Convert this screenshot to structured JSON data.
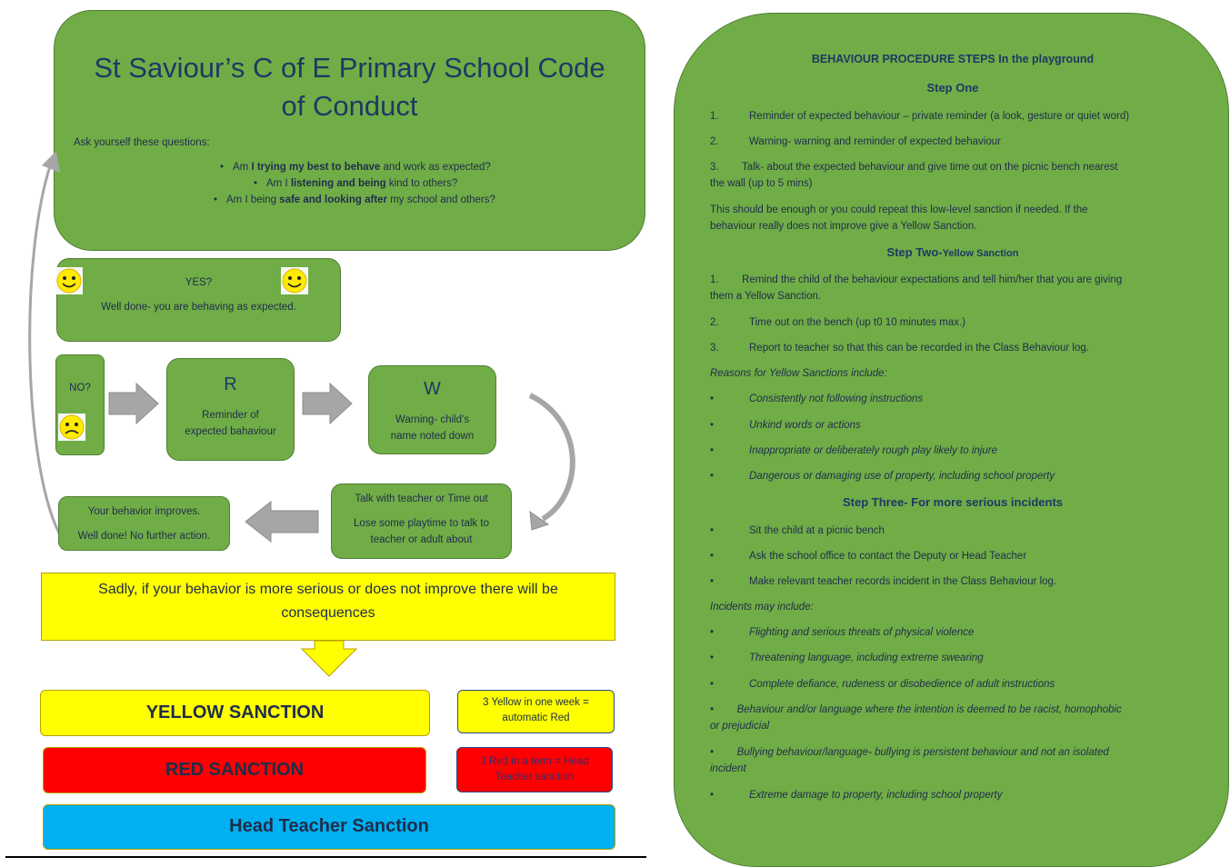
{
  "code": {
    "title": "St Saviour’s C of E Primary School Code of Conduct",
    "intro": "Ask yourself these questions:",
    "q1": {
      "pre": "Am ",
      "b1": "I trying my best to behave",
      "post": " and work as expected?"
    },
    "q2": {
      "pre": "Am I ",
      "b1": "listening and being",
      "post": " kind to others?"
    },
    "q3": {
      "pre": "Am I being ",
      "b1": "safe and looking after",
      "post": " my school and others?"
    }
  },
  "yes": {
    "label": "YES?",
    "text": "Well done- you are behaving as expected."
  },
  "no": {
    "label": "NO?"
  },
  "r_box": {
    "letter": "R",
    "line1": "Reminder of",
    "line2": "expected bahaviour"
  },
  "w_box": {
    "letter": "W",
    "line1": "Warning- child’s",
    "line2": "name noted down"
  },
  "talk_box": {
    "line1": "Talk with teacher or Time out",
    "line2": "Lose some playtime to talk to",
    "line3": "teacher or adult about"
  },
  "improve_box": {
    "line1": "Your behavior improves.",
    "line2": "Well done! No further action."
  },
  "consequence": {
    "line1": "Sadly, if your behavior is more serious or does not improve there will be",
    "line2": "consequences"
  },
  "sanctions": {
    "yellow": "YELLOW SANCTION",
    "yellow_note1": "3 Yellow in one week =",
    "yellow_note2": "automatic Red",
    "red": "RED SANCTION",
    "red_note1": "3 Red in a term = Head",
    "red_note2": "Teacher sanction",
    "head": "Head Teacher Sanction"
  },
  "colors": {
    "green": "#70ad47",
    "yellow": "#ffff00",
    "red": "#ff0000",
    "blue": "#00b0f0",
    "grey_arrow": "#a6a6a6"
  },
  "procedure": {
    "heading": "BEHAVIOUR PROCEDURE STEPS In the playground",
    "step_one": "Step One",
    "s1_1_num": "1.",
    "s1_1": "Reminder of expected behaviour – private reminder (a look, gesture or quiet word)",
    "s1_2_num": "2.",
    "s1_2": "Warning- warning and reminder of expected behaviour",
    "s1_3a": "3.        Talk- about the expected behaviour and give time out on the picnic bench nearest",
    "s1_3b": "the wall (up to 5 mins)",
    "s1_note_a": "This should be enough or you could repeat this low-level sanction if needed. If the",
    "s1_note_b": "behaviour really does not improve give a Yellow Sanction.",
    "step_two": "Step Two-",
    "step_two_sub": "Yellow Sanction",
    "s2_1a": "1.        Remind the child of the behaviour expectations and tell him/her that you are giving",
    "s2_1b": "them a Yellow Sanction.",
    "s2_2_num": "2.",
    "s2_2": "Time out on the bench (up t0 10 minutes max.)",
    "s2_3_num": "3.",
    "s2_3": "Report to teacher so that this can be recorded in the Class Behaviour log.",
    "reasons_head": "Reasons for Yellow Sanctions include:",
    "bullet": "•",
    "r1": "Consistently not following instructions",
    "r2": "Unkind words or actions",
    "r3": "Inappropriate or deliberately rough play likely to injure",
    "r4": "Dangerous or damaging use of property, including school property",
    "step_three": "Step Three- For more serious incidents",
    "s3_1": "Sit the child at a picnic bench",
    "s3_2": "Ask the school office to contact the Deputy or Head Teacher",
    "s3_3": "Make relevant teacher records incident in the Class Behaviour log.",
    "incidents_head": "Incidents may include:",
    "i1": "Flighting and serious threats of physical violence",
    "i2": "Threatening language, including extreme swearing",
    "i3": "Complete defiance, rudeness or disobedience of adult instructions",
    "i4a": "•        Behaviour and/or language where the intention is deemed to be racist, homophobic",
    "i4b": "or prejudicial",
    "i5a": "•        Bullying behaviour/language- bullying is persistent behaviour and not an isolated",
    "i5b": "incident",
    "i6": "Extreme damage to property, including school property"
  }
}
